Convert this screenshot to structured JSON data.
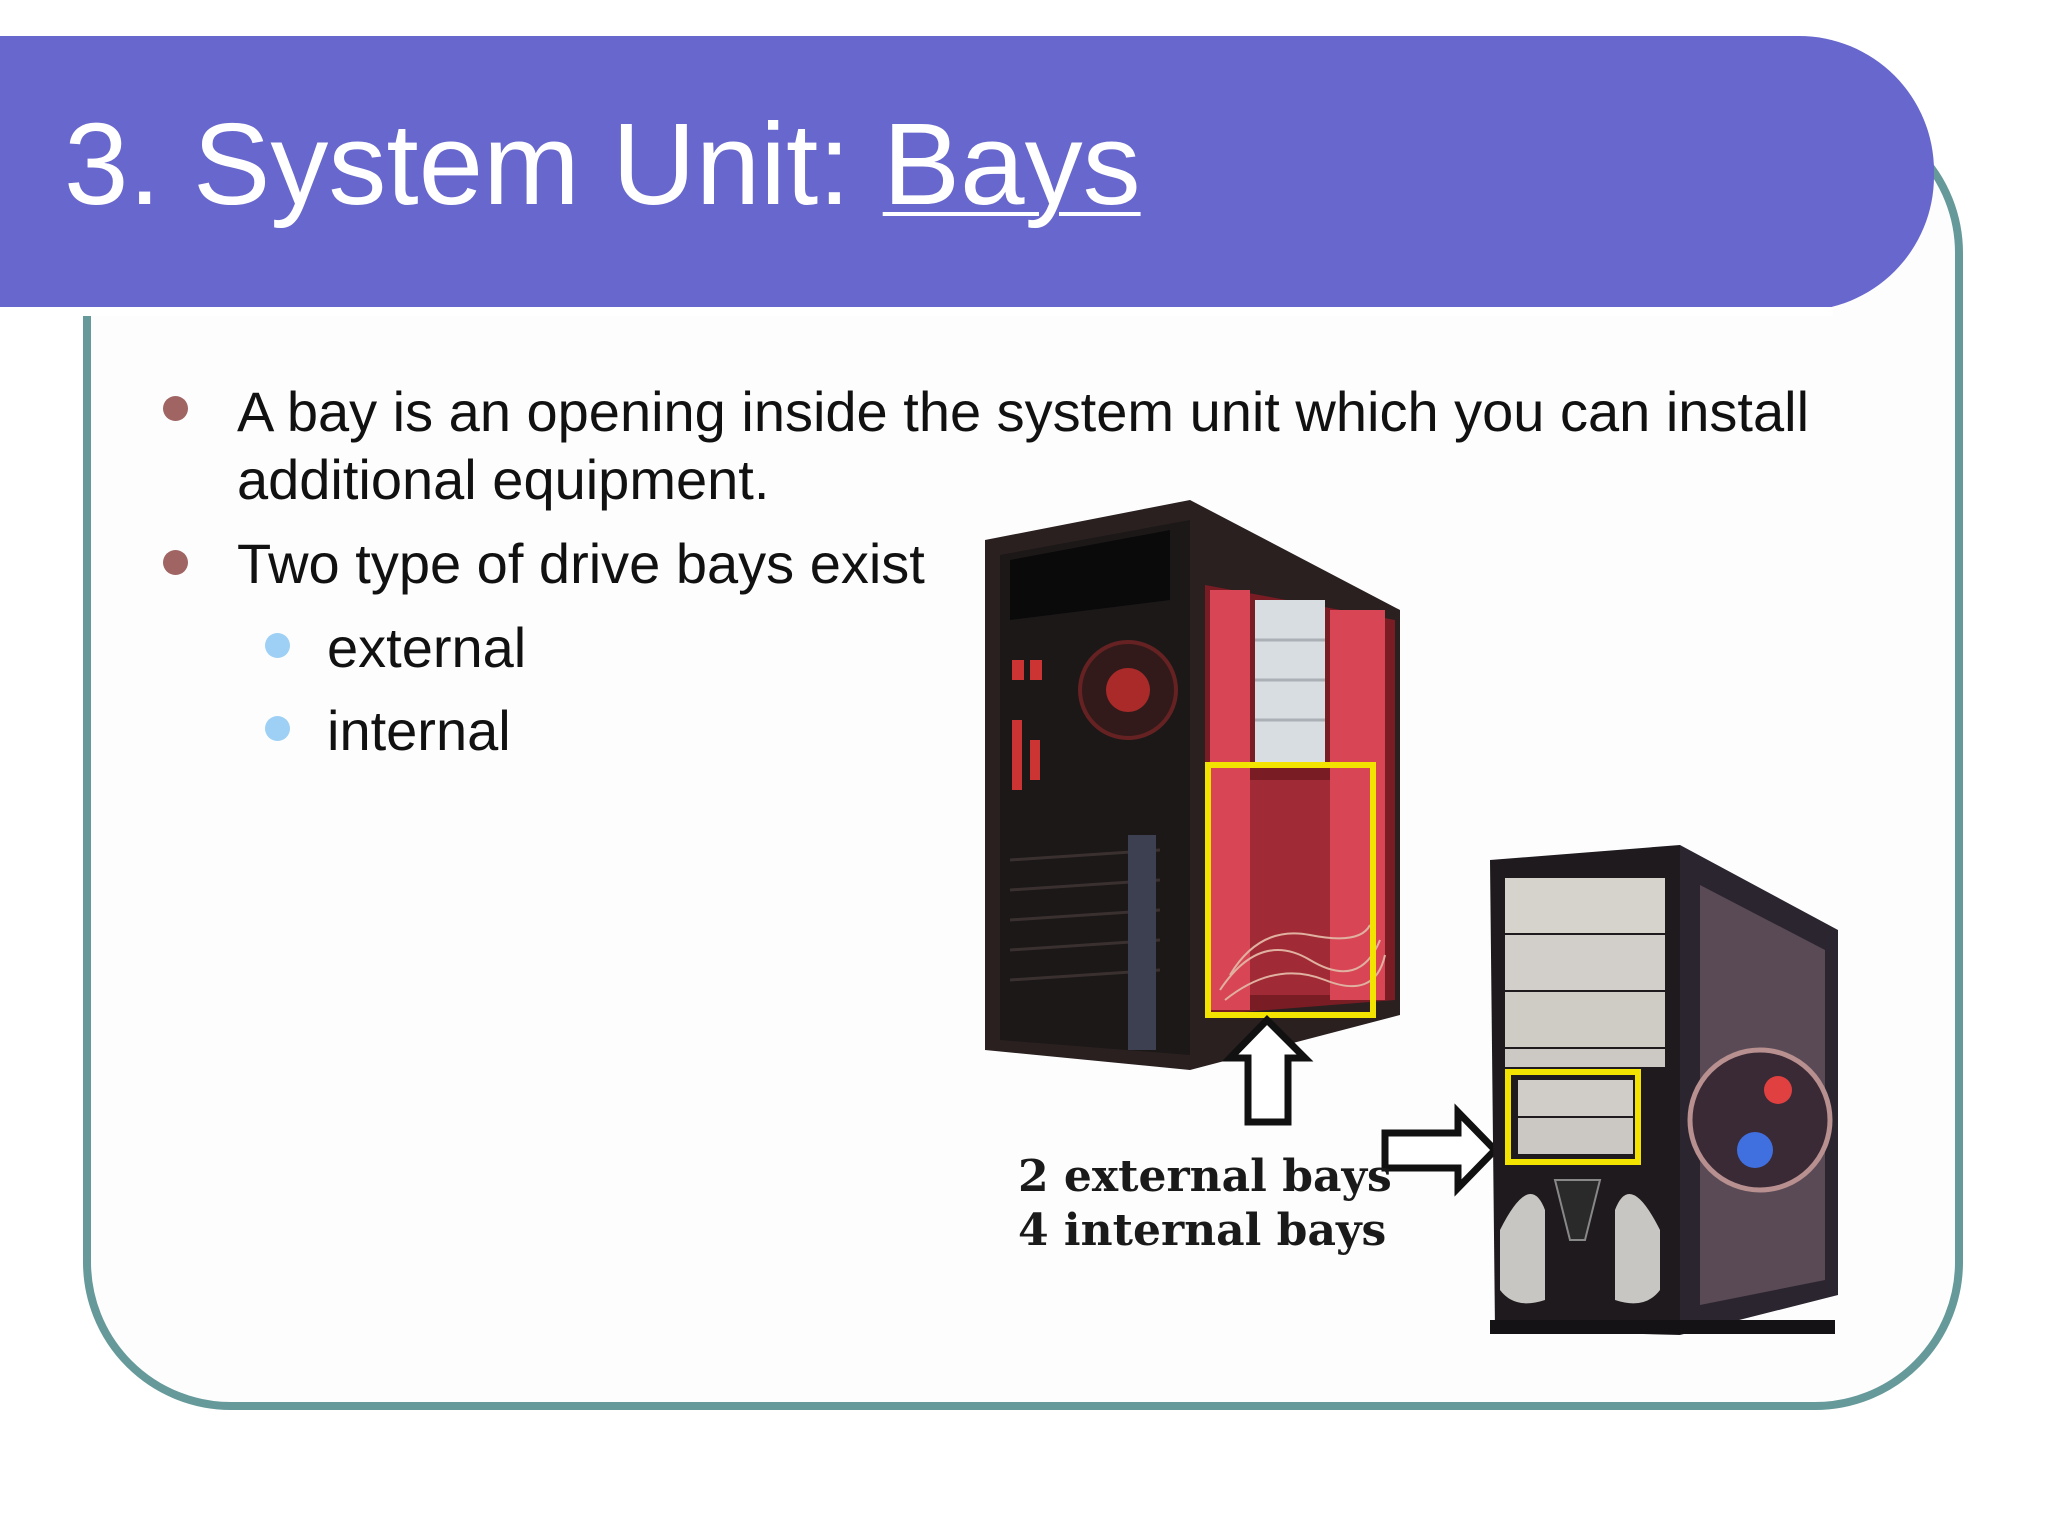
{
  "title": {
    "prefix": "3. System Unit: ",
    "link": "Bays"
  },
  "bullets": [
    {
      "level": 1,
      "text": "A bay is an opening inside the system unit which you can install additional equipment."
    },
    {
      "level": 1,
      "text": "Two type of drive bays exist"
    },
    {
      "level": 2,
      "text": "external"
    },
    {
      "level": 2,
      "text": "internal"
    }
  ],
  "figure": {
    "caption_line1": "2 external bays",
    "caption_line2": "4 internal bays"
  },
  "colors": {
    "title_bar": "#6767cd",
    "frame": "#669999",
    "bullet_level1": "#a06463",
    "bullet_level2": "#9dd0f4",
    "highlight_box": "#f2e400"
  }
}
